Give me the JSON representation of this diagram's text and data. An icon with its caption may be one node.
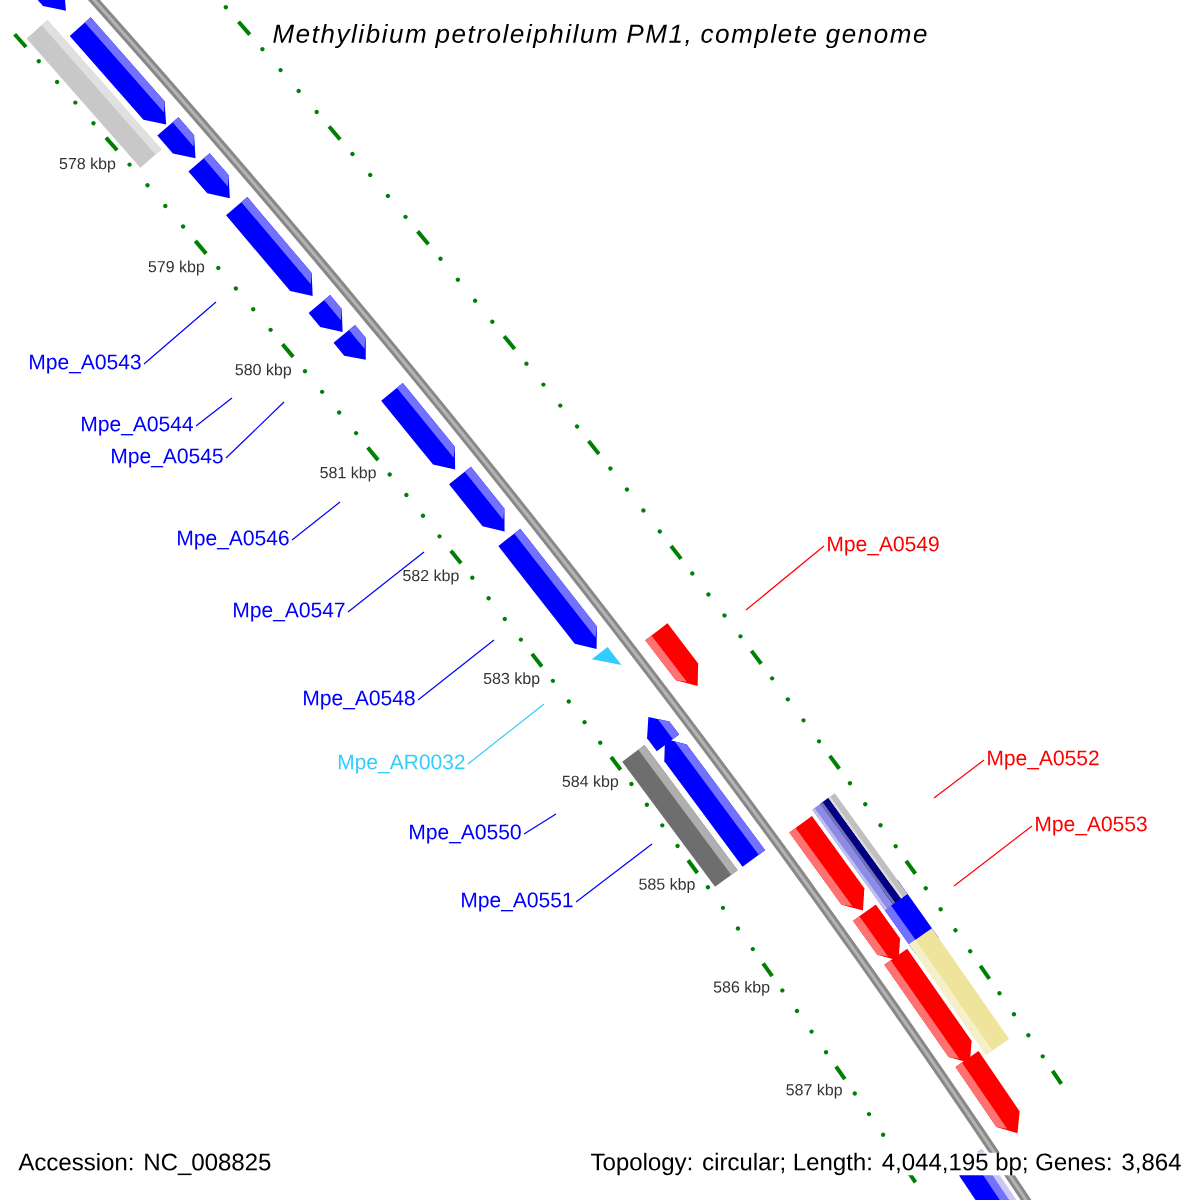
{
  "diagram": {
    "title": "Methylibium petroleiphilum PM1, complete genome",
    "nodes": [
      {
        "text": [
          "Mpe_A0543"
        ]
      },
      {
        "text": [
          "Mpe_A0544"
        ]
      },
      {
        "text": [
          "Mpe_A0545"
        ]
      },
      {
        "text": [
          "Mpe_A0546"
        ]
      },
      {
        "text": [
          "Mpe_A0549"
        ]
      },
      {
        "text": [
          "Mpe_A0547"
        ]
      },
      {
        "text": [
          "Mpe_A0548"
        ]
      },
      {
        "text": [
          "Mpe_A0552"
        ]
      },
      {
        "text": [
          "Mpe_AR0032"
        ]
      },
      {
        "text": [
          "Mpe_A0553"
        ]
      },
      {
        "text": [
          "Mpe_A0550"
        ]
      },
      {
        "text": [
          "Mpe_A0551"
        ]
      }
    ],
    "edges": [
      {
        "from": 0,
        "to": null,
        "arrow": "none"
      },
      {
        "from": 1,
        "to": null,
        "arrow": "none"
      },
      {
        "from": 2,
        "to": null,
        "arrow": "none"
      },
      {
        "from": 3,
        "to": null,
        "arrow": "none"
      },
      {
        "from": 4,
        "to": null,
        "arrow": "none",
        "color": "#ff0000"
      },
      {
        "from": 5,
        "to": null,
        "arrow": "none"
      },
      {
        "from": 6,
        "to": null,
        "arrow": "none"
      },
      {
        "from": 7,
        "to": null,
        "arrow": "none",
        "color": "#ff0000"
      },
      {
        "from": 8,
        "to": null,
        "arrow": "none",
        "color": "#33ccff"
      },
      {
        "from": 9,
        "to": null,
        "arrow": "none",
        "color": "#ff0000"
      },
      {
        "from": 10,
        "to": null,
        "arrow": "none"
      },
      {
        "from": 11,
        "to": null,
        "arrow": "none"
      }
    ],
    "labels": [
      "578 kbp",
      "579 kbp",
      "580 kbp",
      "581 kbp",
      "582 kbp",
      "583 kbp",
      "584 kbp",
      "585 kbp",
      "586 kbp",
      "587 kbp",
      "Accession: NC_008825",
      "Topology: circular; Length: 4,044,195 bp; Genes: 3,864"
    ]
  }
}
